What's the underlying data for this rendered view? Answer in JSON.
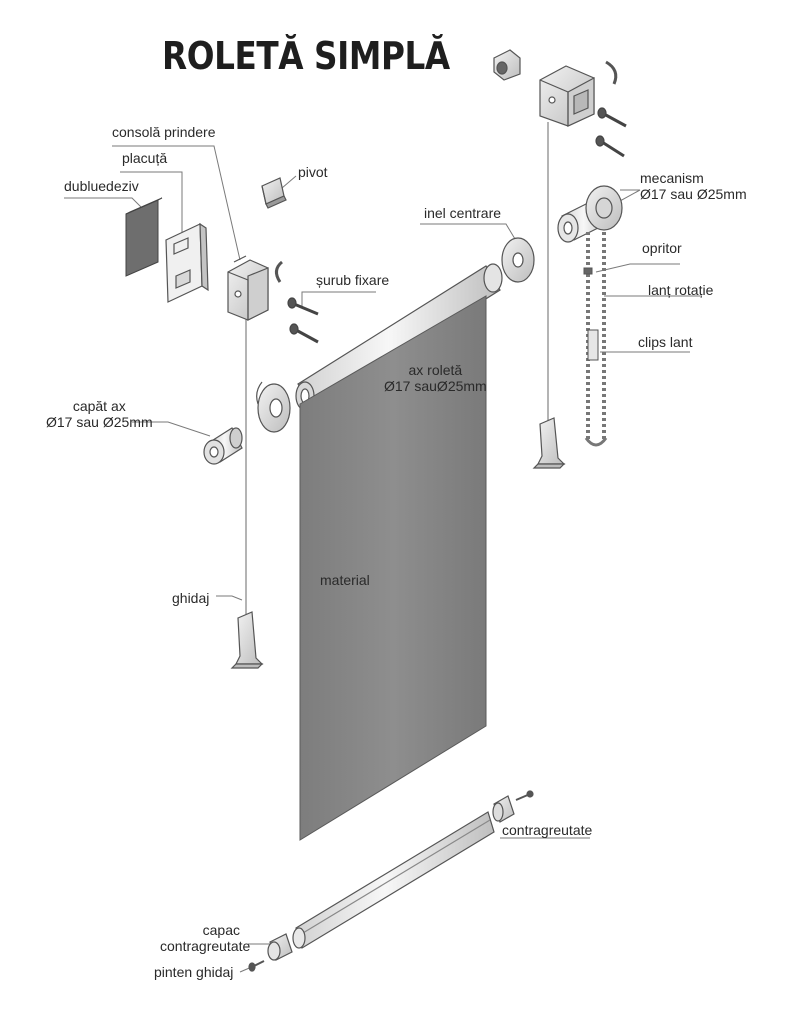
{
  "title": "ROLETĂ SIMPLĂ",
  "labels": {
    "consola_prindere": "consolă prindere",
    "placuta": "placuță",
    "dubluedeziv": "dubluedeziv",
    "pivot": "pivot",
    "inel_centrare": "inel centrare",
    "mecanism": "mecanism",
    "mecanism_dim": "Ø17 sau Ø25mm",
    "opritor": "opritor",
    "lant_rotatie": "lanț rotație",
    "clips_lant": "clips lant",
    "surub_fixare": "șurub fixare",
    "ax_roleta": "ax roletă",
    "ax_roleta_dim": "Ø17 sauØ25mm",
    "capat_ax": "capăt ax",
    "capat_ax_dim": "Ø17 sau Ø25mm",
    "ghidaj": "ghidaj",
    "material": "material",
    "contragreutate": "contragreutate",
    "capac_1": "capac",
    "capac_2": "contragreutate",
    "pinten_ghidaj": "pinten ghidaj"
  },
  "colors": {
    "line": "#555555",
    "material": "#868686",
    "metal": "#e6e6e6",
    "adhesive": "#707070"
  }
}
